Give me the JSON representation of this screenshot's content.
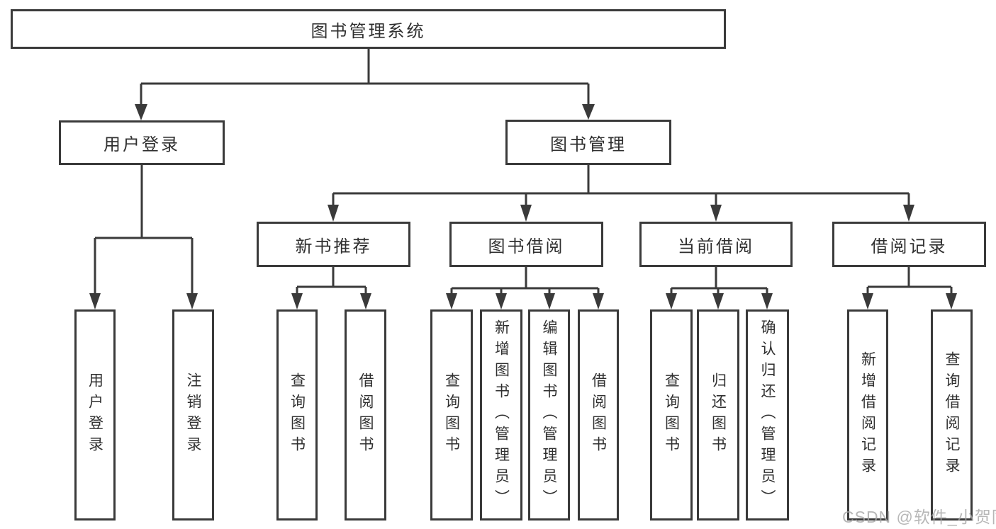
{
  "nodes": {
    "root": "图书管理系统",
    "user_login": "用户登录",
    "book_mgmt": "图书管理",
    "new_book_rec": "新书推荐",
    "book_borrow": "图书借阅",
    "current_borrow": "当前借阅",
    "borrow_records": "借阅记录",
    "leaf_user_login": "用户登录",
    "leaf_logout": "注销登录",
    "leaf_query_books_1": "查询图书",
    "leaf_borrow_books_1": "借阅图书",
    "leaf_query_books_2": "查询图书",
    "leaf_add_books_admin": "新增图书（管理员）",
    "leaf_edit_books_admin": "编辑图书（管理员）",
    "leaf_borrow_books_2": "借阅图书",
    "leaf_query_books_3": "查询图书",
    "leaf_return_books": "归还图书",
    "leaf_confirm_return_admin": "确认归还（管理员）",
    "leaf_add_borrow_record": "新增借阅记录",
    "leaf_query_borrow_record": "查询借阅记录"
  },
  "watermark": "CSDN @软件_小贺同学",
  "colors": {
    "line": "#3a3a3a",
    "text": "#2f2f2f",
    "watermark": "#a6a6a6"
  }
}
